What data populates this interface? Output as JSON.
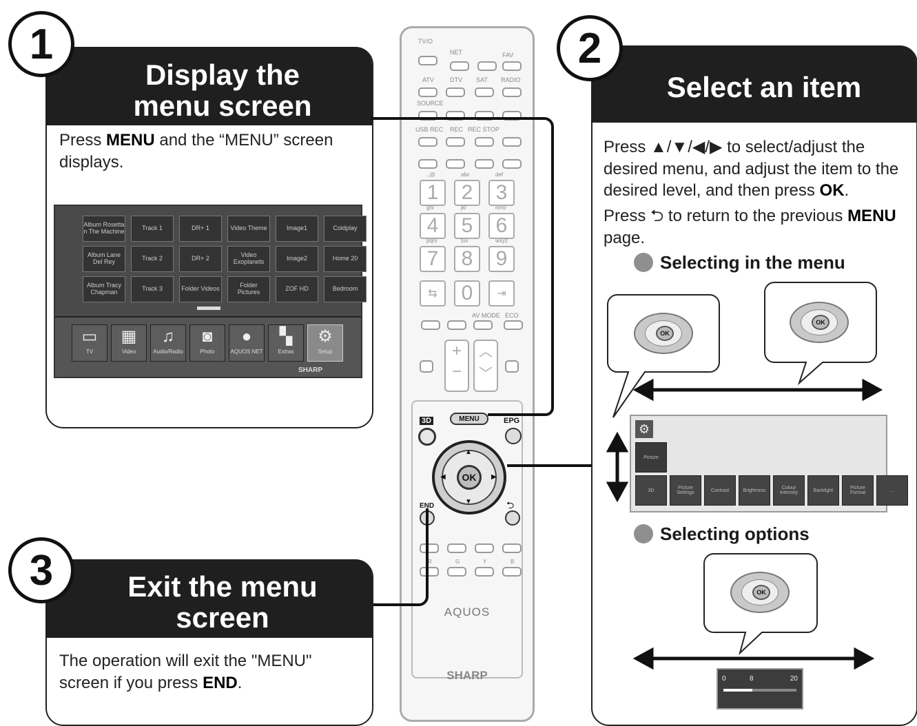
{
  "step1": {
    "number": "1",
    "title": "Display the menu screen",
    "text_prefix": "Press ",
    "text_bold": "MENU",
    "text_suffix": " and the “MENU” screen displays."
  },
  "tv_screen": {
    "tiles": [
      [
        "Album Rosetta n The Machine",
        "Track 1",
        "DR+ 1",
        "Video Theme",
        "Image1",
        "Coldplay"
      ],
      [
        "Album Lane Del Rey",
        "Track 2",
        "DR+ 2",
        "Video Exoplanets",
        "Image2",
        "Home 20"
      ],
      [
        "Album Tracy Chapman",
        "Track 3",
        "Folder Videos",
        "Folder Pictures",
        "ZOF HD",
        "Bedroom"
      ]
    ],
    "categories": [
      "TV",
      "Video",
      "Audio/Radio",
      "Photo",
      "AQUOS NET",
      "Extras",
      "Setup"
    ],
    "brand": "SHARP"
  },
  "remote": {
    "top_labels": [
      "TV/O",
      "NET",
      "FAV",
      "ATV",
      "DTV",
      "SAT",
      "RADIO",
      "SOURCE",
      "USB REC",
      "REC",
      "REC STOP"
    ],
    "digits": [
      "1",
      "2",
      "3",
      "4",
      "5",
      "6",
      "7",
      "8",
      "9",
      "0"
    ],
    "digit_letters": [
      ".,@",
      "abc",
      "def",
      "ghi",
      "jkl",
      "mno",
      "pqrs",
      "tuv",
      "wxyz"
    ],
    "av_mode": "AV MODE",
    "eco": "ECO",
    "btn_3d": "3D",
    "menu": "MENU",
    "epg": "EPG",
    "ok": "OK",
    "end": "END",
    "color_keys": [
      "R",
      "G",
      "Y",
      "B"
    ],
    "model": "AQUOS",
    "brand": "SHARP"
  },
  "step2": {
    "number": "2",
    "title": "Select an item",
    "para1_prefix": "Press ▲/▼/◀/▶ to select/adjust the desired menu, and adjust the item to the desired level, and then press ",
    "para1_bold": "OK",
    "para1_suffix": ".",
    "para2_prefix": "Press ⮌ to return to the previous ",
    "para2_bold": "MENU",
    "para2_suffix": " page.",
    "sub1": "Selecting in the menu",
    "sub2": "Selecting options",
    "ok_label": "OK",
    "menu_items": [
      "3D",
      "Picture Settings",
      "Contrast",
      "Brightness",
      "Colour Intensity",
      "Backlight",
      "Picture Format",
      "..."
    ],
    "menu_selected": "Picture",
    "slider": {
      "min": "0",
      "mid": "8",
      "max": "20",
      "fill": 0.4
    }
  },
  "step3": {
    "number": "3",
    "title": "Exit the menu screen",
    "text_prefix": "The operation will exit the \"MENU\" screen if you press ",
    "text_bold": "END",
    "text_suffix": "."
  },
  "colors": {
    "header_bg": "#1f1f1f",
    "connector": "#111111"
  }
}
